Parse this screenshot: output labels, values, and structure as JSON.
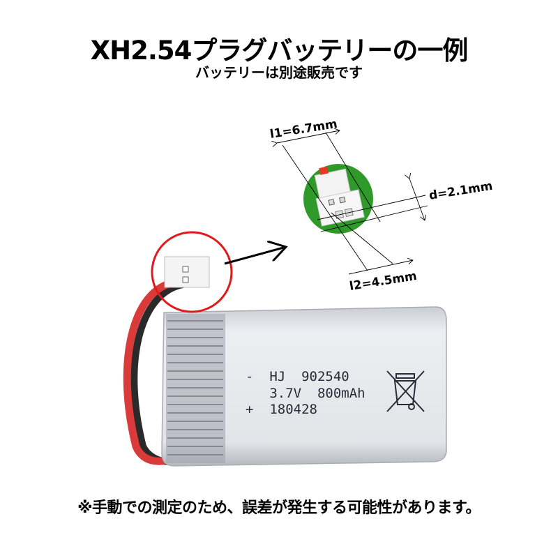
{
  "header": {
    "title": "XH2.54プラグバッテリーの一例",
    "subtitle": "バッテリーは別途販売です"
  },
  "dimensions": {
    "l1": "l1=6.7mm",
    "l2": "l2=4.5mm",
    "d": "d=2.1mm"
  },
  "battery_label": {
    "line1": "-  HJ  902540",
    "line2": "   3.7V  800mAh",
    "line3": "+  180428",
    "icon": "crossed-out-wheelie-bin-icon"
  },
  "footer": {
    "note": "※手動での測定のため、誤差が発生する可能性があります。"
  },
  "colors": {
    "highlight_circle": "#e0191d",
    "detail_background": "#2f9a2a",
    "wire_red": "#d93a3a",
    "battery_silver": "#d8dadf"
  }
}
